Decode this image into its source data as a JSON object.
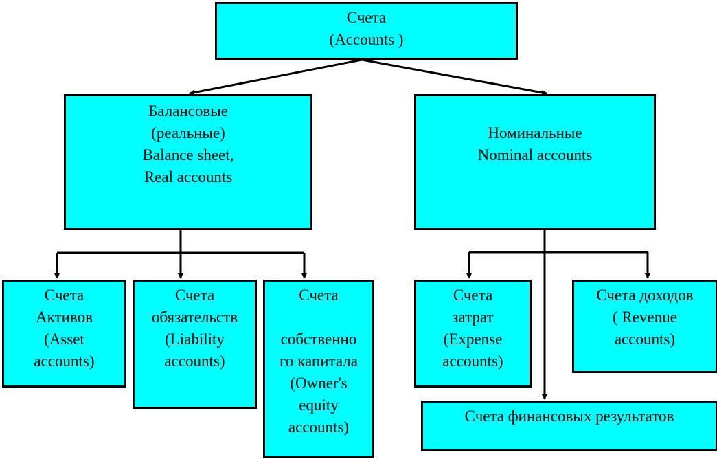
{
  "diagram": {
    "title": "Accounts classification",
    "fill_color": "#00ffff",
    "border_color": "#000000",
    "nodes": {
      "root": {
        "lines": [
          "Счета",
          "(Accounts )"
        ]
      },
      "balance": {
        "lines": [
          "Балансовые",
          "(реальные)",
          "Balance sheet,",
          "Real accounts"
        ]
      },
      "nominal": {
        "lines": [
          "Номинальные",
          "Nominal accounts"
        ]
      },
      "asset": {
        "lines": [
          "Счета",
          "Активов",
          "(Asset",
          "accounts)"
        ]
      },
      "liability": {
        "lines": [
          "Счета",
          "обязательств",
          "(Liability",
          "accounts)"
        ]
      },
      "equity": {
        "lines": [
          "Счета",
          " ",
          "собственно",
          "го капитала",
          "(Owner's",
          "equity",
          "accounts)"
        ]
      },
      "expense": {
        "lines": [
          "Счета",
          "затрат",
          "(Expense",
          "accounts)"
        ]
      },
      "revenue": {
        "lines": [
          "Счета доходов",
          "( Revenue",
          "accounts)"
        ]
      },
      "financial": {
        "lines": [
          "Счета финансовых результатов"
        ]
      }
    },
    "edges": [
      {
        "from": "root",
        "to": "balance"
      },
      {
        "from": "root",
        "to": "nominal"
      },
      {
        "from": "balance",
        "to": "asset"
      },
      {
        "from": "balance",
        "to": "liability"
      },
      {
        "from": "balance",
        "to": "equity"
      },
      {
        "from": "nominal",
        "to": "expense"
      },
      {
        "from": "nominal",
        "to": "revenue"
      },
      {
        "from": "nominal",
        "to": "financial"
      }
    ]
  }
}
